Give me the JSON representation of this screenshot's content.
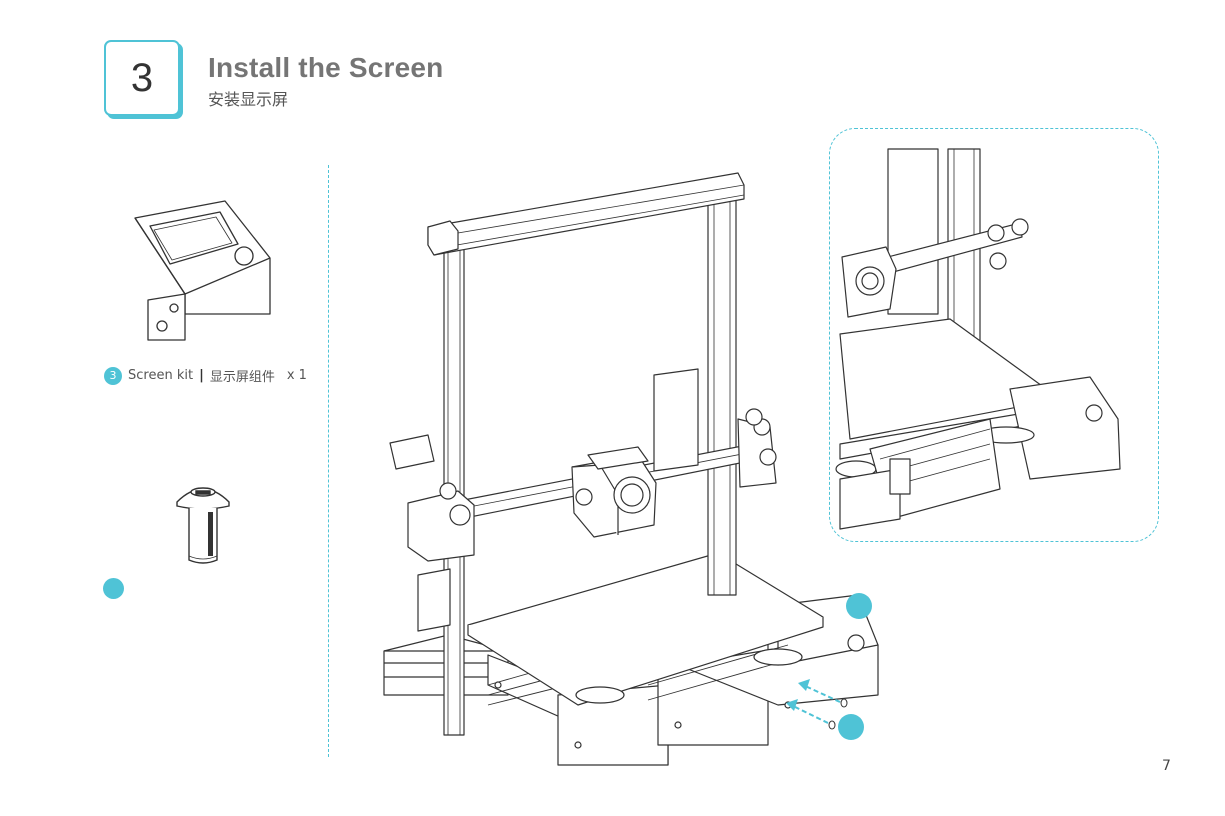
{
  "step": {
    "number": "3",
    "title_en": "Install the Screen",
    "title_cn": "安装显示屏"
  },
  "part": {
    "badge": "3",
    "name_en": "Screen kit",
    "separator": "|",
    "name_cn": "显示屏组件",
    "quantity": "x 1"
  },
  "page_number": "7",
  "colors": {
    "accent": "#4fc3d6",
    "line": "#333333",
    "title": "#757575"
  },
  "icons": [
    "screen-kit-illustration",
    "screw-illustration",
    "printer-assembly-illustration",
    "detail-zoom-illustration",
    "insert-arrow-icon"
  ]
}
